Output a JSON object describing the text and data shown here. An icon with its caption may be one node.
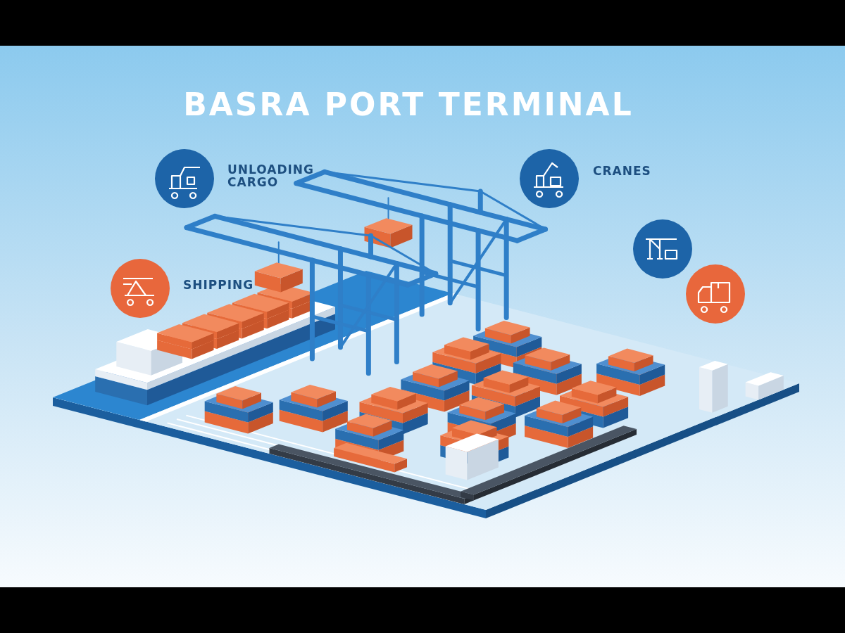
{
  "diagram": {
    "title": "BASRA PORT TERMINAL",
    "labels": [
      "UNLOADING CARGO",
      "CRANES",
      "SHIPPING"
    ]
  }
}
